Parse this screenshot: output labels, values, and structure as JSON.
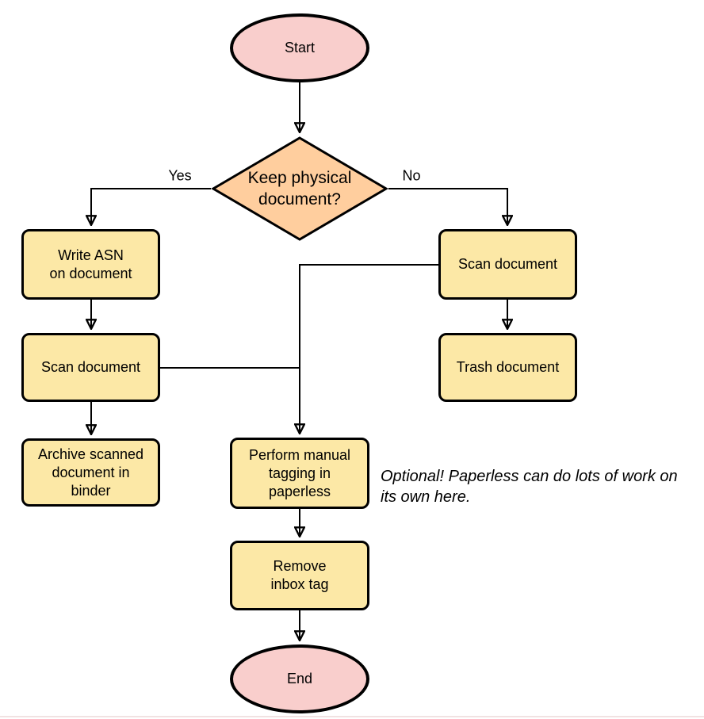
{
  "diagram": {
    "nodes": {
      "start": {
        "label": "Start",
        "shape": "terminator"
      },
      "decision": {
        "label": "Keep physical\ndocument?",
        "shape": "decision"
      },
      "write_asn": {
        "label": "Write ASN\non document",
        "shape": "process"
      },
      "scan_left": {
        "label": "Scan document",
        "shape": "process"
      },
      "archive": {
        "label": "Archive scanned\ndocument in\nbinder",
        "shape": "process"
      },
      "scan_right": {
        "label": "Scan document",
        "shape": "process"
      },
      "trash": {
        "label": "Trash document",
        "shape": "process"
      },
      "tagging": {
        "label": "Perform manual\ntagging in\npaperless",
        "shape": "process"
      },
      "remove_inbox": {
        "label": "Remove\ninbox tag",
        "shape": "process"
      },
      "end": {
        "label": "End",
        "shape": "terminator"
      }
    },
    "edge_labels": {
      "yes": "Yes",
      "no": "No"
    },
    "note": "Optional! Paperless can do lots of work on\nits own here.",
    "colors": {
      "terminator_fill": "#f9cecc",
      "decision_fill": "#ffce9e",
      "process_fill": "#fce8a6",
      "stroke": "#000000",
      "background": "#ffffff"
    }
  }
}
